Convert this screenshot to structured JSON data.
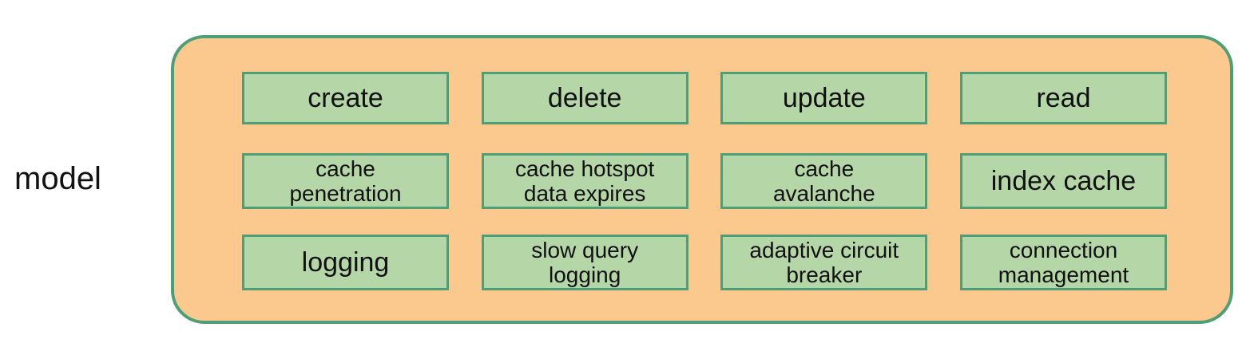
{
  "diagram": {
    "side_label": "model",
    "colors": {
      "container_fill": "#fbc88d",
      "container_border": "#4e9e78",
      "node_fill": "#b5d6a7",
      "node_border": "#4e9e78",
      "text": "#111111",
      "background": "#ffffff"
    },
    "rows": [
      {
        "nodes": [
          {
            "label": "create"
          },
          {
            "label": "delete"
          },
          {
            "label": "update"
          },
          {
            "label": "read"
          }
        ]
      },
      {
        "nodes": [
          {
            "label": "cache\npenetration"
          },
          {
            "label": "cache hotspot\ndata expires"
          },
          {
            "label": "cache\navalanche"
          },
          {
            "label": "index cache"
          }
        ]
      },
      {
        "nodes": [
          {
            "label": "logging"
          },
          {
            "label": "slow query\nlogging"
          },
          {
            "label": "adaptive circuit\nbreaker"
          },
          {
            "label": "connection\nmanagement"
          }
        ]
      }
    ]
  }
}
